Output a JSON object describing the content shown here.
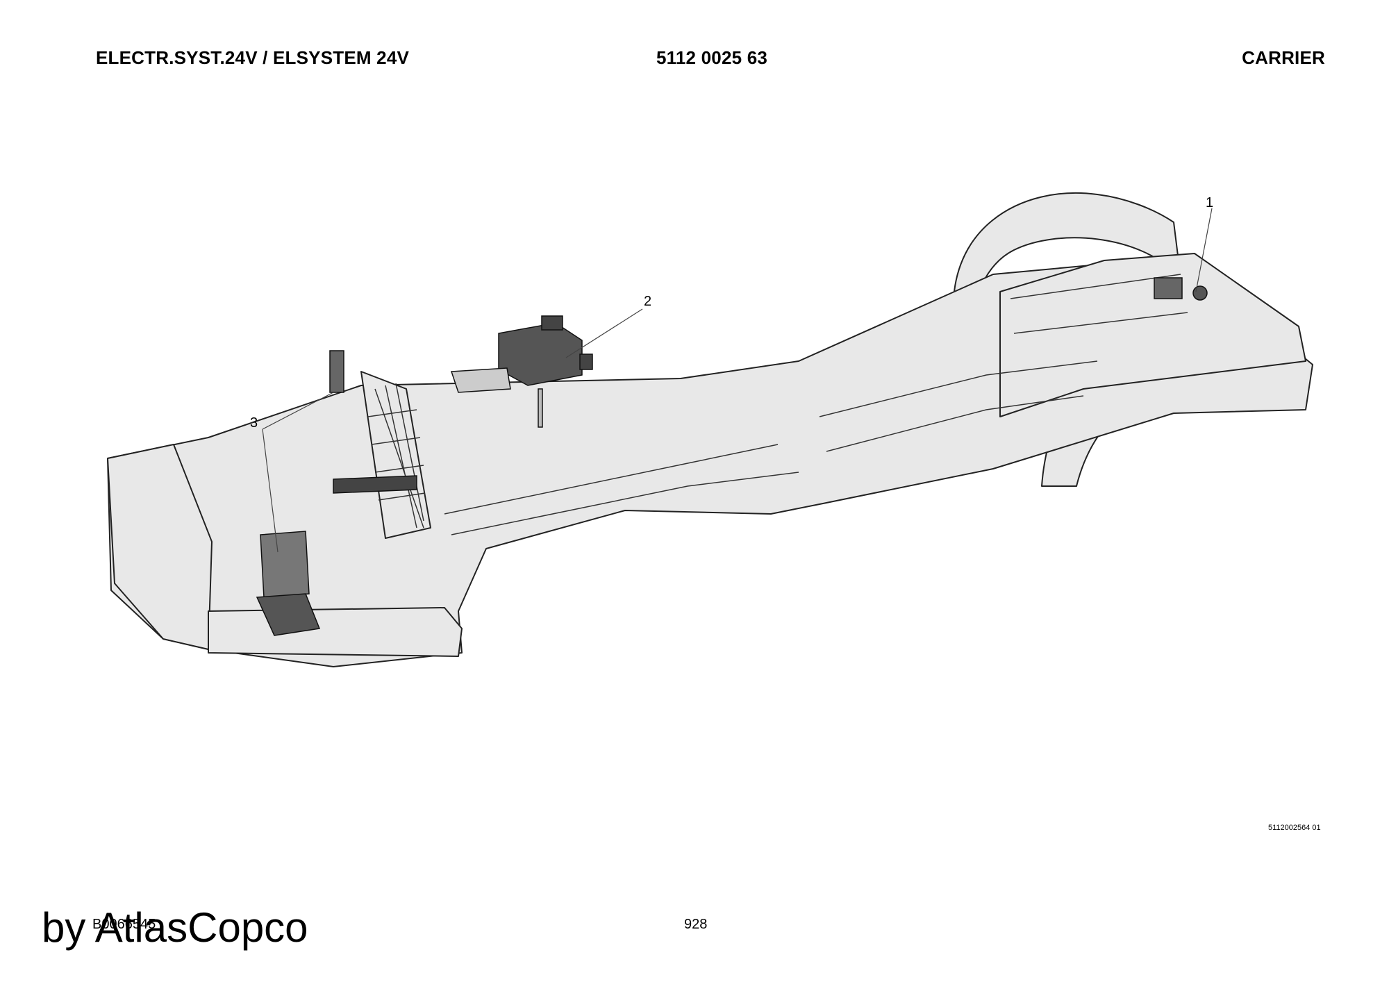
{
  "header": {
    "left": "ELECTR.SYST.24V / ELSYSTEM 24V",
    "center": "5112 0025 63",
    "right": "CARRIER"
  },
  "callouts": [
    "1",
    "2",
    "3"
  ],
  "drawing_ref": "5112002564 01",
  "footer": {
    "doc_code": "B0066545",
    "page": "928",
    "brand": "by AtlasCopco"
  },
  "colors": {
    "frame_fill": "#e8e8e8",
    "component_fill": "#555555",
    "line": "#222222"
  }
}
